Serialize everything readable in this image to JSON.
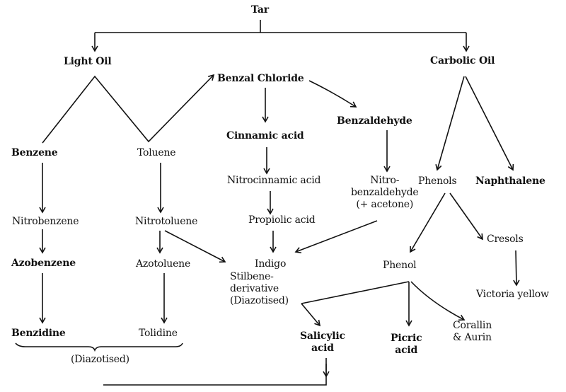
{
  "diagram": {
    "title": "Tar",
    "nodes": {
      "tar": "Tar",
      "light_oil": "Light Oil",
      "carbolic_oil": "Carbolic Oil",
      "benzal_chloride": "Benzal Chloride",
      "benzaldehyde": "Benzaldehyde",
      "cinnamic_acid": "Cinnamic acid",
      "nitrocinnamic_acid": "Nitrocinnamic acid",
      "propiolic_acid": "Propiolic acid",
      "nitrobenzaldehyde": "Nitro-\nbenzaldehyde\n(+ acetone)",
      "benzene": "Benzene",
      "toluene": "Toluene",
      "nitrobenzene": "Nitrobenzene",
      "nitrotoluene": "Nitrotoluene",
      "azobenzene": "Azobenzene",
      "azotoluene": "Azotoluene",
      "benzidine": "Benzidine",
      "tolidine": "Tolidine",
      "diazotised_brace": "(Diazotised)",
      "indigo": "Indigo",
      "stilbene": "Stilbene-\nderivative\n(Diazotised)",
      "phenols": "Phenols",
      "naphthalene": "Naphthalene",
      "phenol": "Phenol",
      "cresols": "Cresols",
      "victoria_yellow": "Victoria yellow",
      "salicylic_acid": "Salicylic\nacid",
      "picric_acid": "Picric\nacid",
      "corallin_aurin": "Corallin\n& Aurin"
    },
    "edges": [
      [
        "tar",
        "light_oil"
      ],
      [
        "tar",
        "carbolic_oil"
      ],
      [
        "light_oil",
        "benzene"
      ],
      [
        "light_oil",
        "toluene"
      ],
      [
        "toluene",
        "benzal_chloride"
      ],
      [
        "benzal_chloride",
        "cinnamic_acid"
      ],
      [
        "benzal_chloride",
        "benzaldehyde"
      ],
      [
        "cinnamic_acid",
        "nitrocinnamic_acid"
      ],
      [
        "nitrocinnamic_acid",
        "propiolic_acid"
      ],
      [
        "propiolic_acid",
        "indigo"
      ],
      [
        "benzaldehyde",
        "nitrobenzaldehyde"
      ],
      [
        "nitrobenzaldehyde",
        "indigo"
      ],
      [
        "benzene",
        "nitrobenzene"
      ],
      [
        "nitrobenzene",
        "azobenzene"
      ],
      [
        "azobenzene",
        "benzidine"
      ],
      [
        "toluene",
        "nitrotoluene"
      ],
      [
        "nitrotoluene",
        "azotoluene"
      ],
      [
        "nitrotoluene",
        "stilbene"
      ],
      [
        "azotoluene",
        "tolidine"
      ],
      [
        "carbolic_oil",
        "phenols"
      ],
      [
        "carbolic_oil",
        "naphthalene"
      ],
      [
        "phenols",
        "phenol"
      ],
      [
        "phenols",
        "cresols"
      ],
      [
        "cresols",
        "victoria_yellow"
      ],
      [
        "phenol",
        "stilbene"
      ],
      [
        "phenol",
        "picric_acid"
      ],
      [
        "phenol",
        "corallin_aurin"
      ],
      [
        "stilbene",
        "salicylic_acid"
      ],
      [
        "salicylic_acid",
        "diazotised_brace"
      ]
    ]
  }
}
